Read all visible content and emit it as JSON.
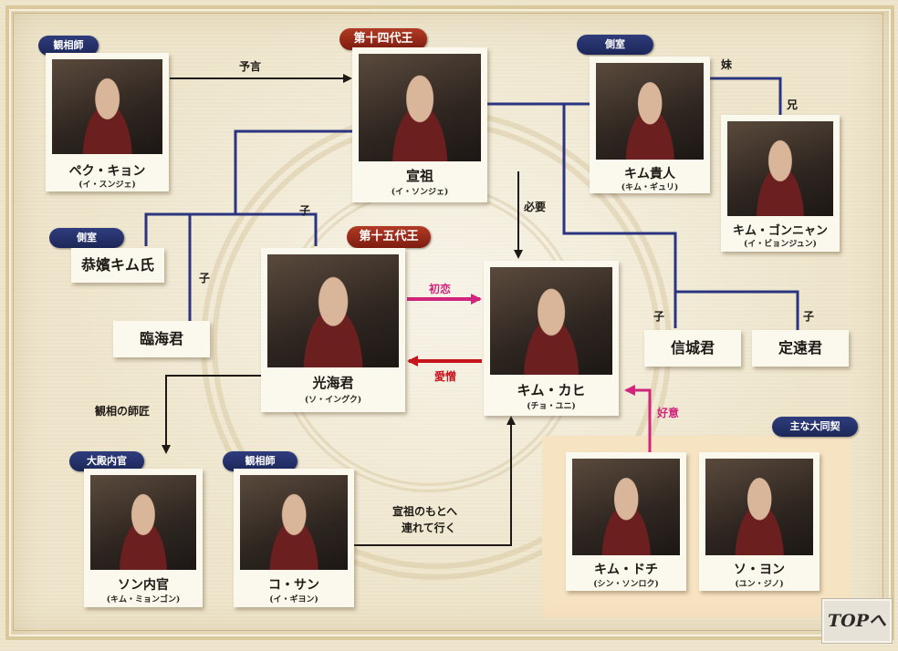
{
  "people": {
    "pekkyon": {
      "name": "ペク・キョン",
      "actor": "(イ・スンジェ)"
    },
    "senso": {
      "name": "宣祖",
      "actor": "(イ・ソンジェ)"
    },
    "kimkijin": {
      "name": "キム貴人",
      "actor": "(キム・ギュリ)"
    },
    "kimgonnyan": {
      "name": "キム・ゴンニャン",
      "actor": "(イ・ビョンジュン)"
    },
    "kwanghaegun": {
      "name": "光海君",
      "actor": "(ソ・イングク)"
    },
    "kimkahi": {
      "name": "キム・カヒ",
      "actor": "(チョ・ユニ)"
    },
    "sonnaikan": {
      "name": "ソン内官",
      "actor": "(キム・ミョンゴン)"
    },
    "kosan": {
      "name": "コ・サン",
      "actor": "(イ・ギヨン)"
    },
    "kimdochi": {
      "name": "キム・ドチ",
      "actor": "(シン・ソンロク)"
    },
    "soyon": {
      "name": "ソ・ヨン",
      "actor": "(ユン・ジノ)"
    }
  },
  "boxes": {
    "kyobin": "恭嬪キム氏",
    "rinkaikun": "臨海君",
    "shinjokun": "信城君",
    "teienkun": "定遠君"
  },
  "badges": {
    "kansoshi1": "観相師",
    "daishi14": "第十四代王",
    "sokushitsu1": "側室",
    "sokushitsu2": "側室",
    "daishi15": "第十五代王",
    "daiden": "大殿内官",
    "kansoshi2": "観相師",
    "omona": "主な大同契"
  },
  "labels": {
    "yogen": "予言",
    "imouto": "妹",
    "ani": "兄",
    "hitsuyo": "必要",
    "ko1": "子",
    "ko2": "子",
    "ko3": "子",
    "ko4": "子",
    "hatsukoi": "初恋",
    "aizo": "愛憎",
    "koi": "好意",
    "shisho": "観相の師匠",
    "tsurete1": "宣祖のもとへ",
    "tsurete2": "連れて行く"
  },
  "nav": {
    "top_label": "TOPへ"
  },
  "colors": {
    "relation_line": "#2a3480",
    "arrow_dark": "#1d1a16",
    "first_love": "#d0247d",
    "love_hate": "#c8141c",
    "badge_blue": "#1c2657",
    "badge_red": "#8a2414"
  }
}
